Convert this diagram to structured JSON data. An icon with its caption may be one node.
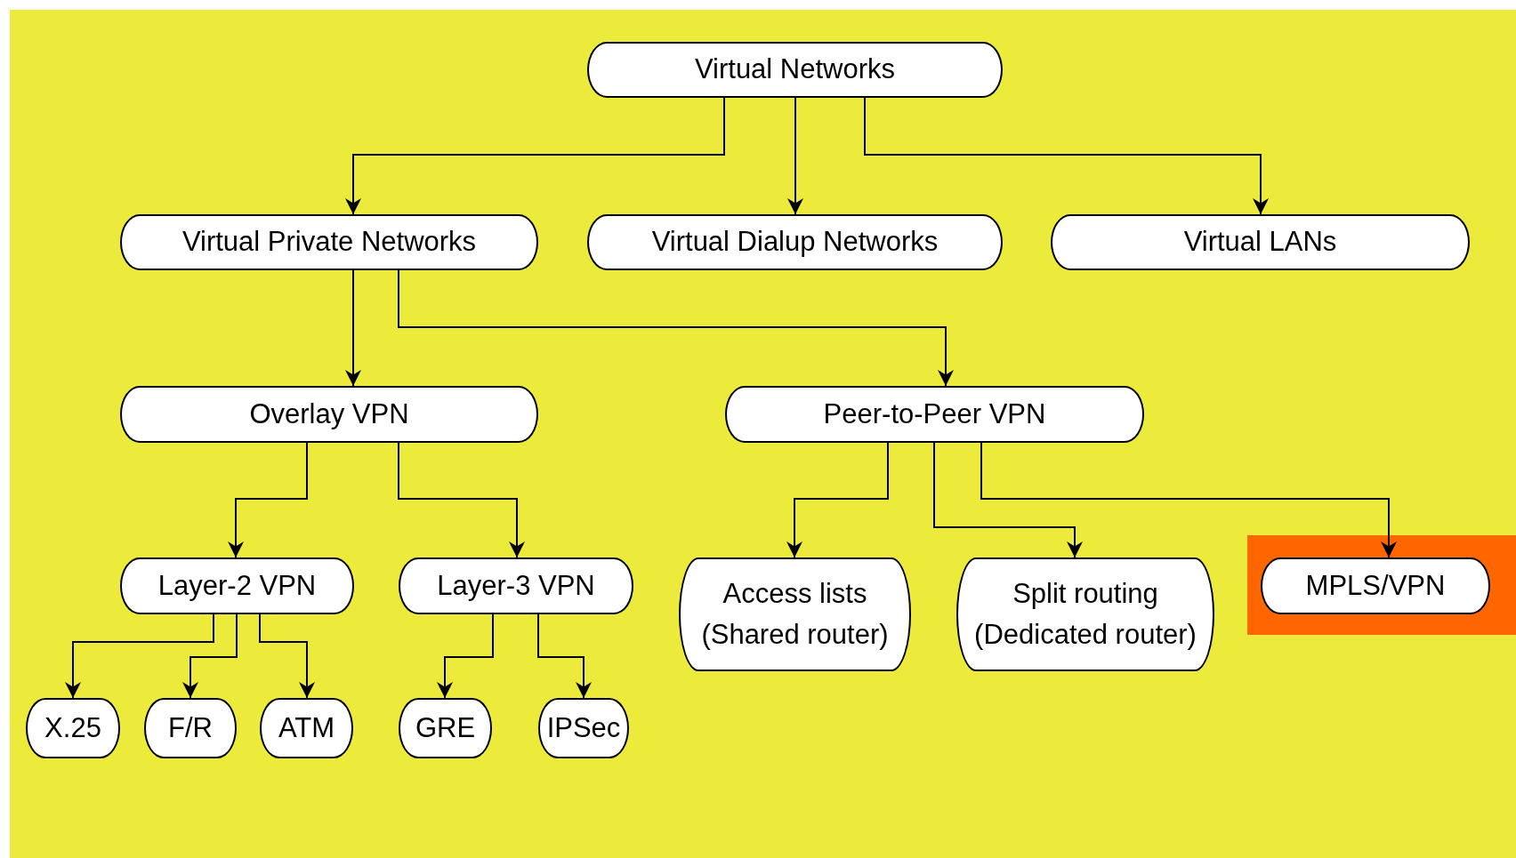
{
  "diagram": {
    "nodes": [
      {
        "text": [
          "Virtual Networks"
        ]
      },
      {
        "text": [
          "Virtual Private Networks"
        ]
      },
      {
        "text": [
          "Virtual Dialup Networks"
        ]
      },
      {
        "text": [
          "Virtual LANs"
        ]
      },
      {
        "text": [
          "Overlay VPN"
        ]
      },
      {
        "text": [
          "Peer-to-Peer VPN"
        ]
      },
      {
        "text": [
          "Layer-2 VPN"
        ]
      },
      {
        "text": [
          "Layer-3 VPN"
        ]
      },
      {
        "text": [
          "Access lists (Shared router)"
        ]
      },
      {
        "text": [
          "Split routing (Dedicated router)"
        ]
      },
      {
        "text": [
          "MPLS/VPN"
        ]
      },
      {
        "text": [
          "X.25"
        ]
      },
      {
        "text": [
          "F/R"
        ]
      },
      {
        "text": [
          "ATM"
        ]
      },
      {
        "text": [
          "GRE"
        ]
      },
      {
        "text": [
          "IPSec"
        ]
      }
    ],
    "edges": [
      {
        "from": 0,
        "to": 1,
        "arrow": "to"
      },
      {
        "from": 0,
        "to": 2,
        "arrow": "to"
      },
      {
        "from": 0,
        "to": 3,
        "arrow": "to"
      },
      {
        "from": 1,
        "to": 4,
        "arrow": "to"
      },
      {
        "from": 1,
        "to": 5,
        "arrow": "to"
      },
      {
        "from": 4,
        "to": 6,
        "arrow": "to"
      },
      {
        "from": 4,
        "to": 7,
        "arrow": "to"
      },
      {
        "from": 5,
        "to": 8,
        "arrow": "to"
      },
      {
        "from": 5,
        "to": 9,
        "arrow": "to"
      },
      {
        "from": 5,
        "to": 10,
        "arrow": "to"
      },
      {
        "from": 6,
        "to": 11,
        "arrow": "to"
      },
      {
        "from": 6,
        "to": 12,
        "arrow": "to"
      },
      {
        "from": 6,
        "to": 13,
        "arrow": "to"
      },
      {
        "from": 7,
        "to": 14,
        "arrow": "to"
      },
      {
        "from": 7,
        "to": 15,
        "arrow": "to"
      }
    ]
  }
}
